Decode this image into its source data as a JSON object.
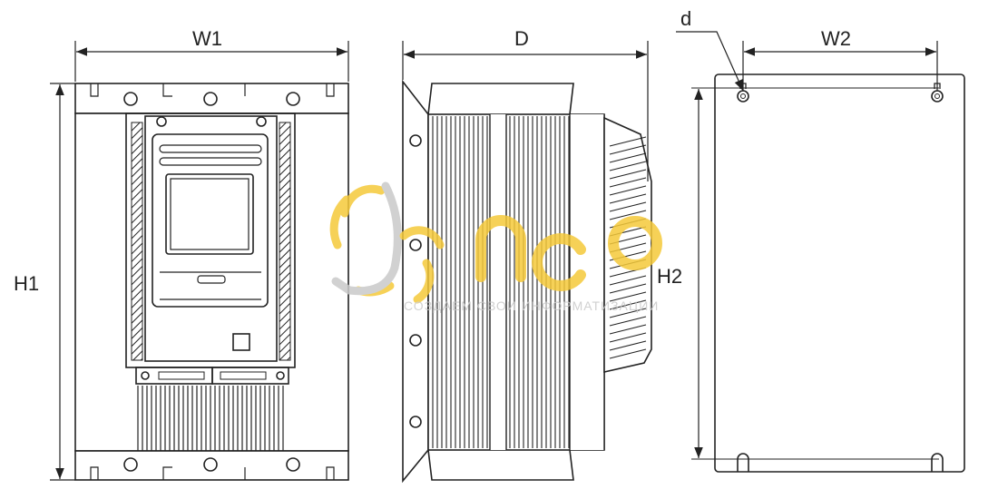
{
  "labels": {
    "w1": "W1",
    "d_depth": "D",
    "w2": "W2",
    "d_hole": "d",
    "h1": "H1",
    "h2": "H2"
  },
  "watermark": {
    "brand": "neo",
    "tagline": "СОЗДАЕМ СВОИ ИНФОРМАТИЗАЦИИ"
  },
  "colors": {
    "line": "#222222",
    "watermark_yellow": "#f5c93a",
    "watermark_gray": "#c9c9c9"
  },
  "icons": {
    "watermark_logo": "neo-logo-icon"
  }
}
